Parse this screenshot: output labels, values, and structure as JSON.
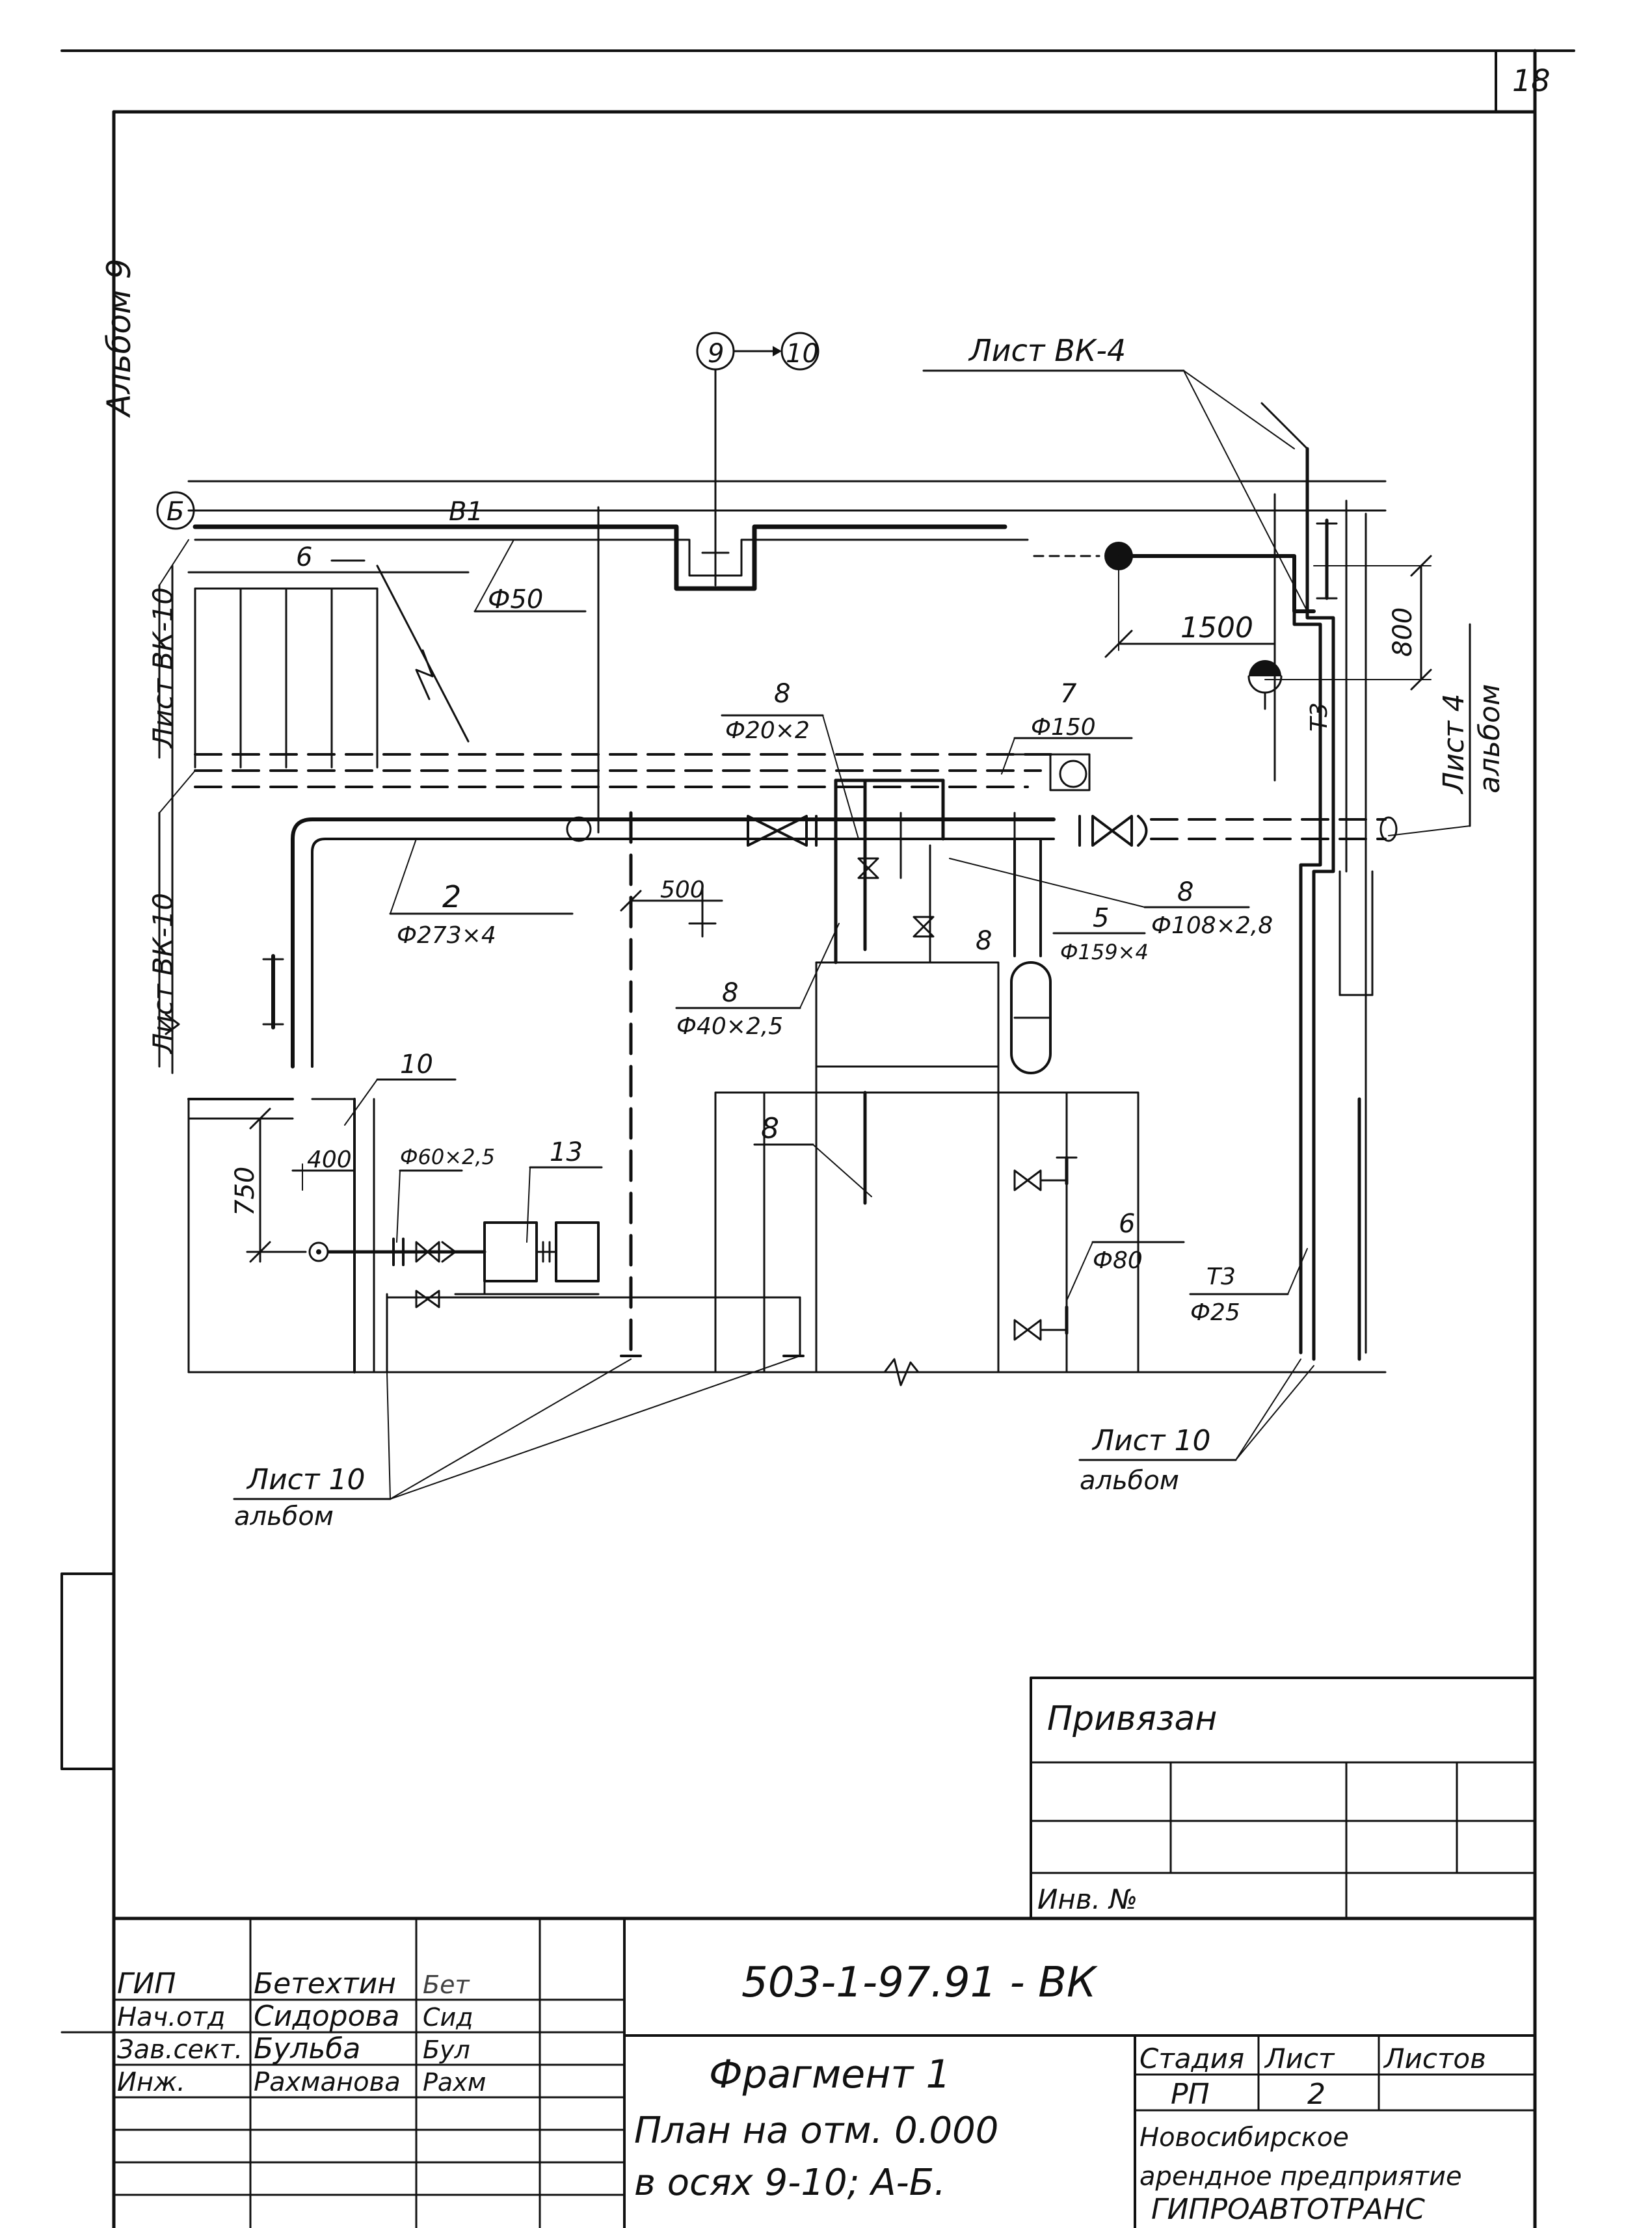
{
  "sheet_number": "18",
  "album_label": "Альбом 9",
  "axes": {
    "from": "9",
    "to": "10",
    "row": "Б"
  },
  "sheet_refs": {
    "vk4": "Лист ВК-4",
    "vk10_top": "Лист ВК-10",
    "vk10_mid": "Лист ВК-10",
    "list4_line1": "Лист 4",
    "list4_line2": "альбом",
    "list10_right_1": "Лист 10",
    "list10_right_2": "альбом",
    "list10_left_1": "Лист 10",
    "list10_left_2": "альбом"
  },
  "pipe_labels": {
    "b1": "В1",
    "six_top": "6",
    "phi50": "Ф50",
    "eight_a": "8",
    "phi20x2": "Ф20×2",
    "seven": "7",
    "phi150": "Ф150",
    "two": "2",
    "phi273x4": "Ф273×4",
    "eight_b": "8",
    "phi40x25": "Ф40×2,5",
    "eight_c": "8",
    "five": "5",
    "phi159x4": "Ф159×4",
    "eight_d": "8",
    "phi108x28": "Ф108×2,8",
    "ten": "10",
    "phi60x25": "Ф60×2,5",
    "thirteen": "13",
    "eight_e": "8",
    "six_b": "6",
    "phi80": "Ф80",
    "t73": "Т3",
    "t73b": "Т3",
    "phi25": "Ф25"
  },
  "dimensions": {
    "d1500": "1500",
    "d800": "800",
    "d500": "500",
    "d400": "400",
    "d750": "750"
  },
  "stamp": {
    "privyazan": "Привязан",
    "inv_no": "Инв. №",
    "code": "503-1-97.91 - ВК",
    "roles": [
      {
        "role": "ГИП",
        "name": "Бетехтин",
        "sign": "Бет"
      },
      {
        "role": "Нач.отд",
        "name": "Сидорова",
        "sign": "Сид"
      },
      {
        "role": "Зав.сект.",
        "name": "Бульба",
        "sign": "Бул"
      },
      {
        "role": "Инж.",
        "name": "Рахманова",
        "sign": "Рахм"
      }
    ],
    "title_line1": "Фрагмент 1",
    "title_line2": "План на отм. 0.000",
    "title_line3": "в осях 9-10; А-Б.",
    "stage_header": "Стадия",
    "sheet_header": "Лист",
    "sheets_header": "Листов",
    "stage_value": "РП",
    "sheet_value": "2",
    "org_line1": "Новосибирское",
    "org_line2": "арендное предприятие",
    "org_line3": "ГИПРОАВТОТРАНС"
  }
}
